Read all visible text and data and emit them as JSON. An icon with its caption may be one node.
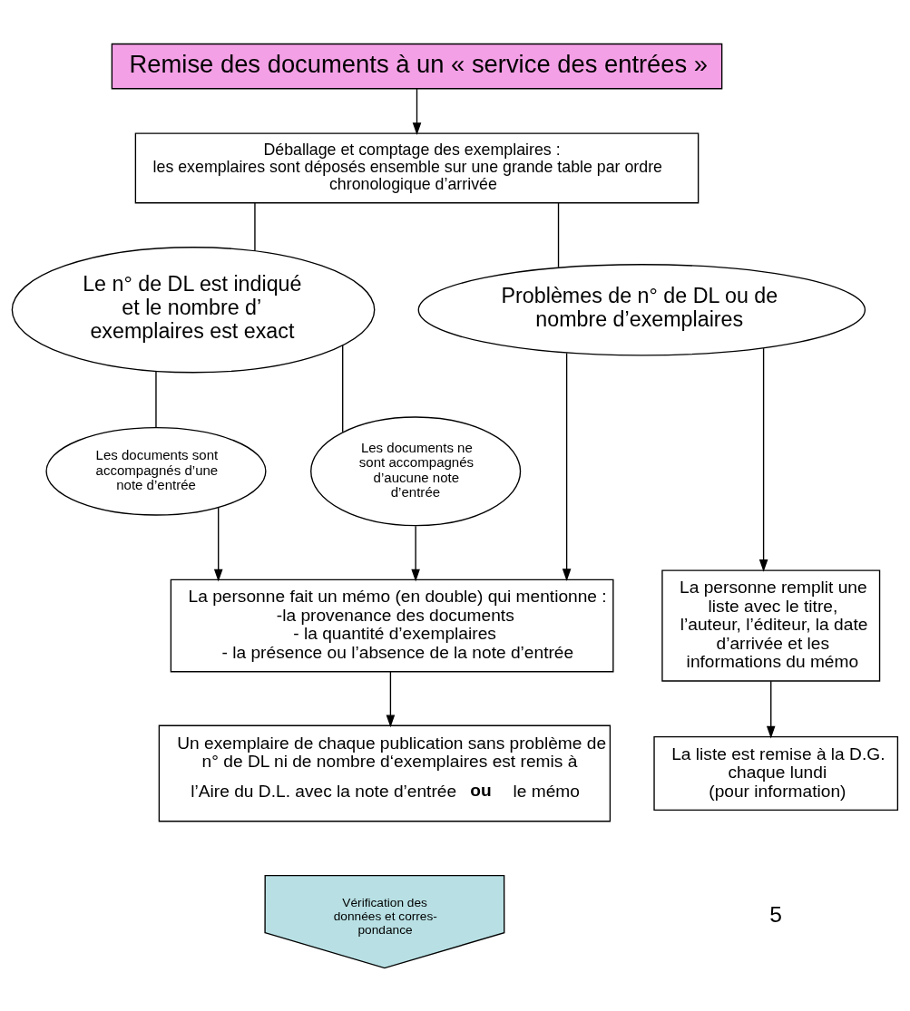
{
  "diagram": {
    "nodes": [
      {
        "text": [
          "Remise des documents à un « service des entrées »"
        ]
      },
      {
        "text": [
          "Déballage et comptage des exemplaires :",
          "les exemplaires sont déposés ensemble sur une grande table par ordre chronologique d’arrivée"
        ]
      },
      {
        "text": [
          "Le n° de DL est indiqué et le nombre d’ exemplaires est exact"
        ]
      },
      {
        "text": [
          "Problèmes de n° de DL ou de nombre d’exemplaires"
        ]
      },
      {
        "text": [
          "Les documents sont accompagnés d’une note d’entrée"
        ]
      },
      {
        "text": [
          "Les documents ne sont accompagnés d’aucune note d’entrée"
        ]
      },
      {
        "text": [
          "La personne fait un mémo (en double) qui mentionne :",
          "-la provenance des documents",
          "- la quantité d’exemplaires",
          "- la présence ou l’absence de la note d’entrée"
        ]
      },
      {
        "text": [
          "La personne remplit une liste avec le titre, l’auteur, l’éditeur, la date d’arrivée et les informations du mémo"
        ]
      },
      {
        "text": [
          "Un exemplaire de chaque publication sans problème de n° de DL ni de nombre d‘exemplaires est remis à l’Aire du D.L. avec la note d’entrée **ou** le mémo"
        ]
      },
      {
        "text": [
          "La liste est remise à la D.G. chaque lundi",
          "(pour information)"
        ]
      },
      {
        "text": [
          "Vérification des données et corres-pondance"
        ]
      }
    ],
    "edges": [
      {
        "from": 0,
        "to": 1,
        "arrow": "to"
      },
      {
        "from": 1,
        "to": 2,
        "arrow": "none"
      },
      {
        "from": 1,
        "to": 3,
        "arrow": "none"
      },
      {
        "from": 2,
        "to": 4,
        "arrow": "none"
      },
      {
        "from": 2,
        "to": 5,
        "arrow": "none"
      },
      {
        "from": 4,
        "to": 6,
        "arrow": "to"
      },
      {
        "from": 5,
        "to": 6,
        "arrow": "to"
      },
      {
        "from": 3,
        "to": 6,
        "arrow": "to"
      },
      {
        "from": 3,
        "to": 7,
        "arrow": "to"
      },
      {
        "from": 6,
        "to": 8,
        "arrow": "to"
      },
      {
        "from": 7,
        "to": 9,
        "arrow": "to"
      }
    ],
    "labels": [
      "5"
    ]
  }
}
